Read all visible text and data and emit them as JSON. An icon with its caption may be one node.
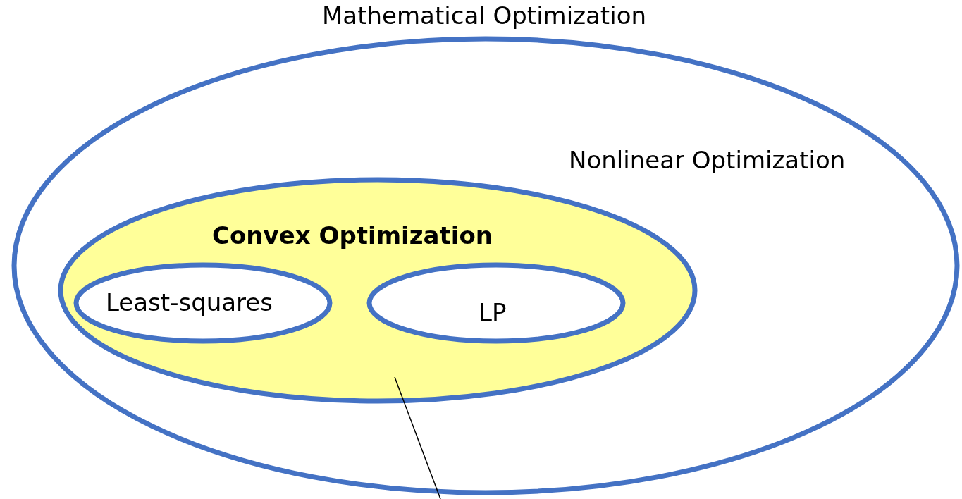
{
  "diagram": {
    "nodes": [
      {
        "text": [
          "Mathematical Optimization",
          "Nonlinear Optimization"
        ]
      },
      {
        "text": [
          "Convex Optimization"
        ],
        "in": 0
      },
      {
        "text": [
          "Least-squares"
        ],
        "in": 1
      },
      {
        "text": [
          "LP"
        ],
        "in": 1
      }
    ],
    "edges": [
      {
        "from": null,
        "to": 1,
        "arrow": "none"
      }
    ]
  }
}
